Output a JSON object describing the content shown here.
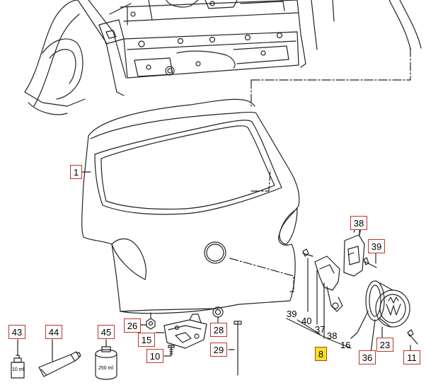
{
  "diagram": {
    "callouts": {
      "c1": "1",
      "c8": "8",
      "c10": "10",
      "c11": "11",
      "c15": "15",
      "c23": "23",
      "c26": "26",
      "c28": "28",
      "c29": "29",
      "c36": "36",
      "c38a": "38",
      "c39a": "39",
      "c43": "43",
      "c44": "44",
      "c45": "45"
    },
    "labels": {
      "l16": "16",
      "l37": "37",
      "l38b": "38",
      "l39b": "39",
      "l40": "40"
    },
    "bottle_small": "10 ml",
    "bottle_large": "250 ml",
    "colors": {
      "callout_border": "#c0342c",
      "highlight": "#f2e51a",
      "line": "#222222"
    }
  }
}
